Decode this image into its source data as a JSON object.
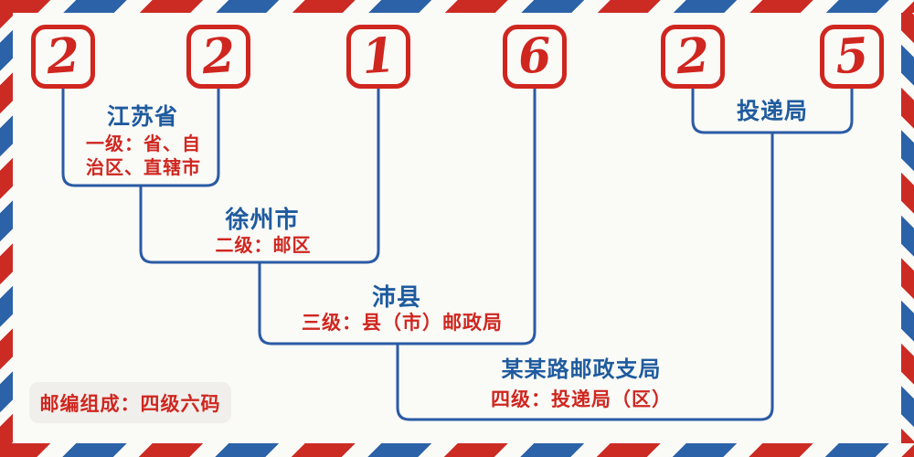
{
  "postal_code": {
    "digits": [
      "2",
      "2",
      "1",
      "6",
      "2",
      "5"
    ]
  },
  "labels": {
    "province": {
      "name": "江苏省",
      "level_line1": "一级：省、自",
      "level_line2": "治区、直辖市"
    },
    "city": {
      "name": "徐州市",
      "level": "二级：邮区"
    },
    "county": {
      "name": "沛县",
      "level": "三级：县（市）邮政局"
    },
    "branch": {
      "name": "某某路邮政支局",
      "level": "四级：投递局（区）"
    },
    "delivery": {
      "name": "投递局"
    }
  },
  "badge": {
    "text": "邮编组成：四级六码"
  },
  "colors": {
    "red": "#cf261f",
    "blue": "#1f5b9e",
    "line_blue": "#2a5ba5",
    "stripe_red": "#cc2b24",
    "stripe_blue": "#2b62a8",
    "bg": "#fafaf7",
    "badge_bg": "#f1efeb"
  }
}
